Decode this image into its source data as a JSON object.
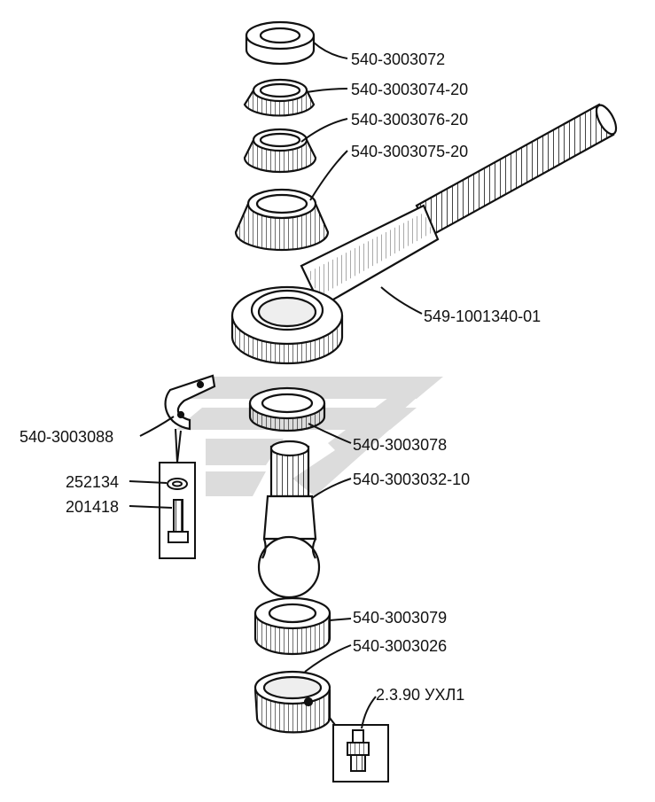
{
  "colors": {
    "ink": "#111111",
    "paper": "#ffffff",
    "watermark": "#d8d8d8"
  },
  "labels": {
    "washer": "540-3003072",
    "cone_top": "540-3003074-20",
    "cone_mid": "540-3003076-20",
    "cone_low": "540-3003075-20",
    "rod": "549-1001340-01",
    "lock_plate": "540-3003088",
    "ring_nut": "540-3003078",
    "washer_small": "252134",
    "bolt_small": "201418",
    "ball_pin": "540-3003032-10",
    "nut_low": "540-3003079",
    "cap_nut": "540-3003026",
    "grease_fitting": "2.3.90 УХЛ1"
  }
}
